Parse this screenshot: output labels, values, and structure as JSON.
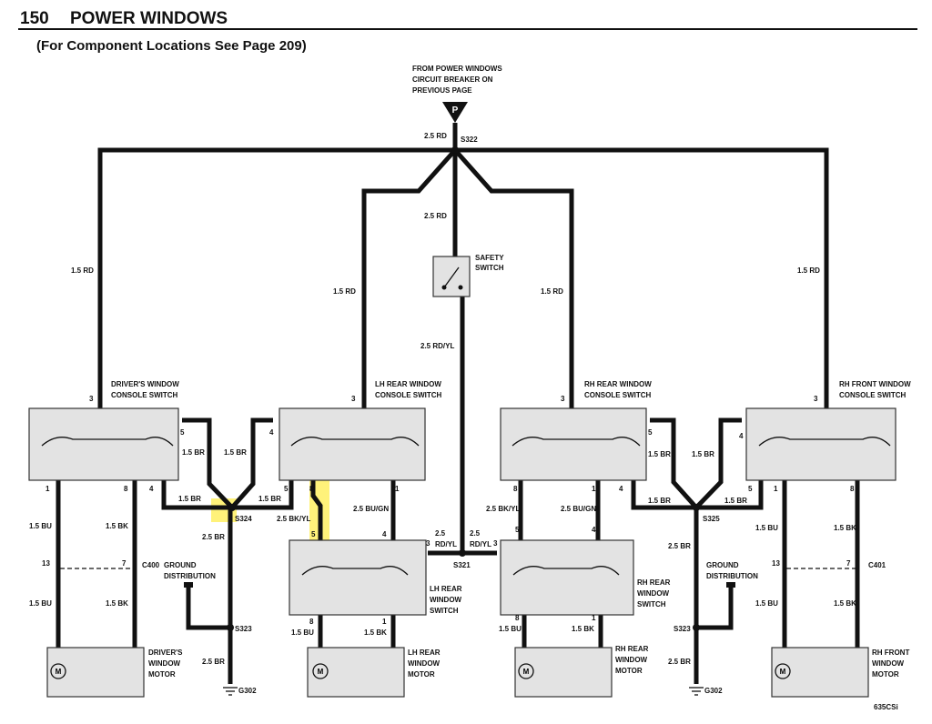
{
  "header": {
    "page_number": "150",
    "title": "POWER WINDOWS",
    "subtitle": "(For Component Locations See Page 209)"
  },
  "source": {
    "line1": "FROM POWER WINDOWS",
    "line2": "CIRCUIT BREAKER ON",
    "line3": "PREVIOUS PAGE",
    "connector": "P"
  },
  "splices": {
    "s322": "S322",
    "s324": "S324",
    "s325": "S325",
    "s321": "S321",
    "s323_left": "S323",
    "s323_right": "S323"
  },
  "grounds": {
    "g302_left": "G302",
    "g302_right": "G302"
  },
  "connectors": {
    "c400": "C400",
    "c401": "C401"
  },
  "components": {
    "safety_switch": [
      "SAFETY",
      "SWITCH"
    ],
    "drivers_console": [
      "DRIVER'S WINDOW",
      "CONSOLE SWITCH"
    ],
    "lh_rear_console": [
      "LH REAR WINDOW",
      "CONSOLE SWITCH"
    ],
    "rh_rear_console": [
      "RH REAR WINDOW",
      "CONSOLE SWITCH"
    ],
    "rh_front_console": [
      "RH FRONT WINDOW",
      "CONSOLE SWITCH"
    ],
    "lh_rear_window_switch": [
      "LH REAR",
      "WINDOW",
      "SWITCH"
    ],
    "rh_rear_window_switch": [
      "RH REAR",
      "WINDOW",
      "SWITCH"
    ],
    "drivers_motor": [
      "DRIVER'S",
      "WINDOW",
      "MOTOR"
    ],
    "lh_rear_motor": [
      "LH REAR",
      "WINDOW",
      "MOTOR"
    ],
    "rh_rear_motor": [
      "RH REAR",
      "WINDOW",
      "MOTOR"
    ],
    "rh_front_motor": [
      "RH FRONT",
      "WINDOW",
      "MOTOR"
    ],
    "ground_dist_left": [
      "GROUND",
      "DISTRIBUTION"
    ],
    "ground_dist_right": [
      "GROUND",
      "DISTRIBUTION"
    ]
  },
  "wires": {
    "rd_25_top": "2.5 RD",
    "rd_25_mid": "2.5 RD",
    "rd_15_far_left": "1.5 RD",
    "rd_15_lh_rear": "1.5 RD",
    "rd_15_rh_rear": "1.5 RD",
    "rd_15_far_right": "1.5 RD",
    "rdyl_25": "2.5 RD/YL",
    "br_15_a": "1.5 BR",
    "br_15_b": "1.5 BR",
    "br_15_c": "1.5 BR",
    "br_15_d": "1.5 BR",
    "br_15_e": "1.5 BR",
    "br_15_f": "1.5 BR",
    "br_15_g": "1.5 BR",
    "br_15_h": "1.5 BR",
    "br_25_l1": "2.5 BR",
    "br_25_l2": "2.5 BR",
    "br_25_r1": "2.5 BR",
    "br_25_r2": "2.5 BR",
    "bkyl_25_l": "2.5 BK/YL",
    "bkyl_25_r": "2.5 BK/YL",
    "bugn_25_l": "2.5 BU/GN",
    "bugn_25_r": "2.5 BU/GN",
    "s321_l1": "2.5",
    "s321_l2": "RD/YL",
    "s321_r1": "2.5",
    "s321_r2": "RD/YL",
    "bu_15_1": "1.5 BU",
    "bu_15_2": "1.5 BU",
    "bu_15_3": "1.5 BU",
    "bu_15_4": "1.5 BU",
    "bu_15_5": "1.5 BU",
    "bu_15_6": "1.5 BU",
    "bk_15_1": "1.5 BK",
    "bk_15_2": "1.5 BK",
    "bk_15_3": "1.5 BK",
    "bk_15_4": "1.5 BK",
    "bk_15_5": "1.5 BK",
    "bk_15_6": "1.5 BK"
  },
  "pins": {
    "p3": "3",
    "p5": "5",
    "p4": "4",
    "p1": "1",
    "p8": "8",
    "p13": "13",
    "p7": "7"
  },
  "model": "635CSi"
}
